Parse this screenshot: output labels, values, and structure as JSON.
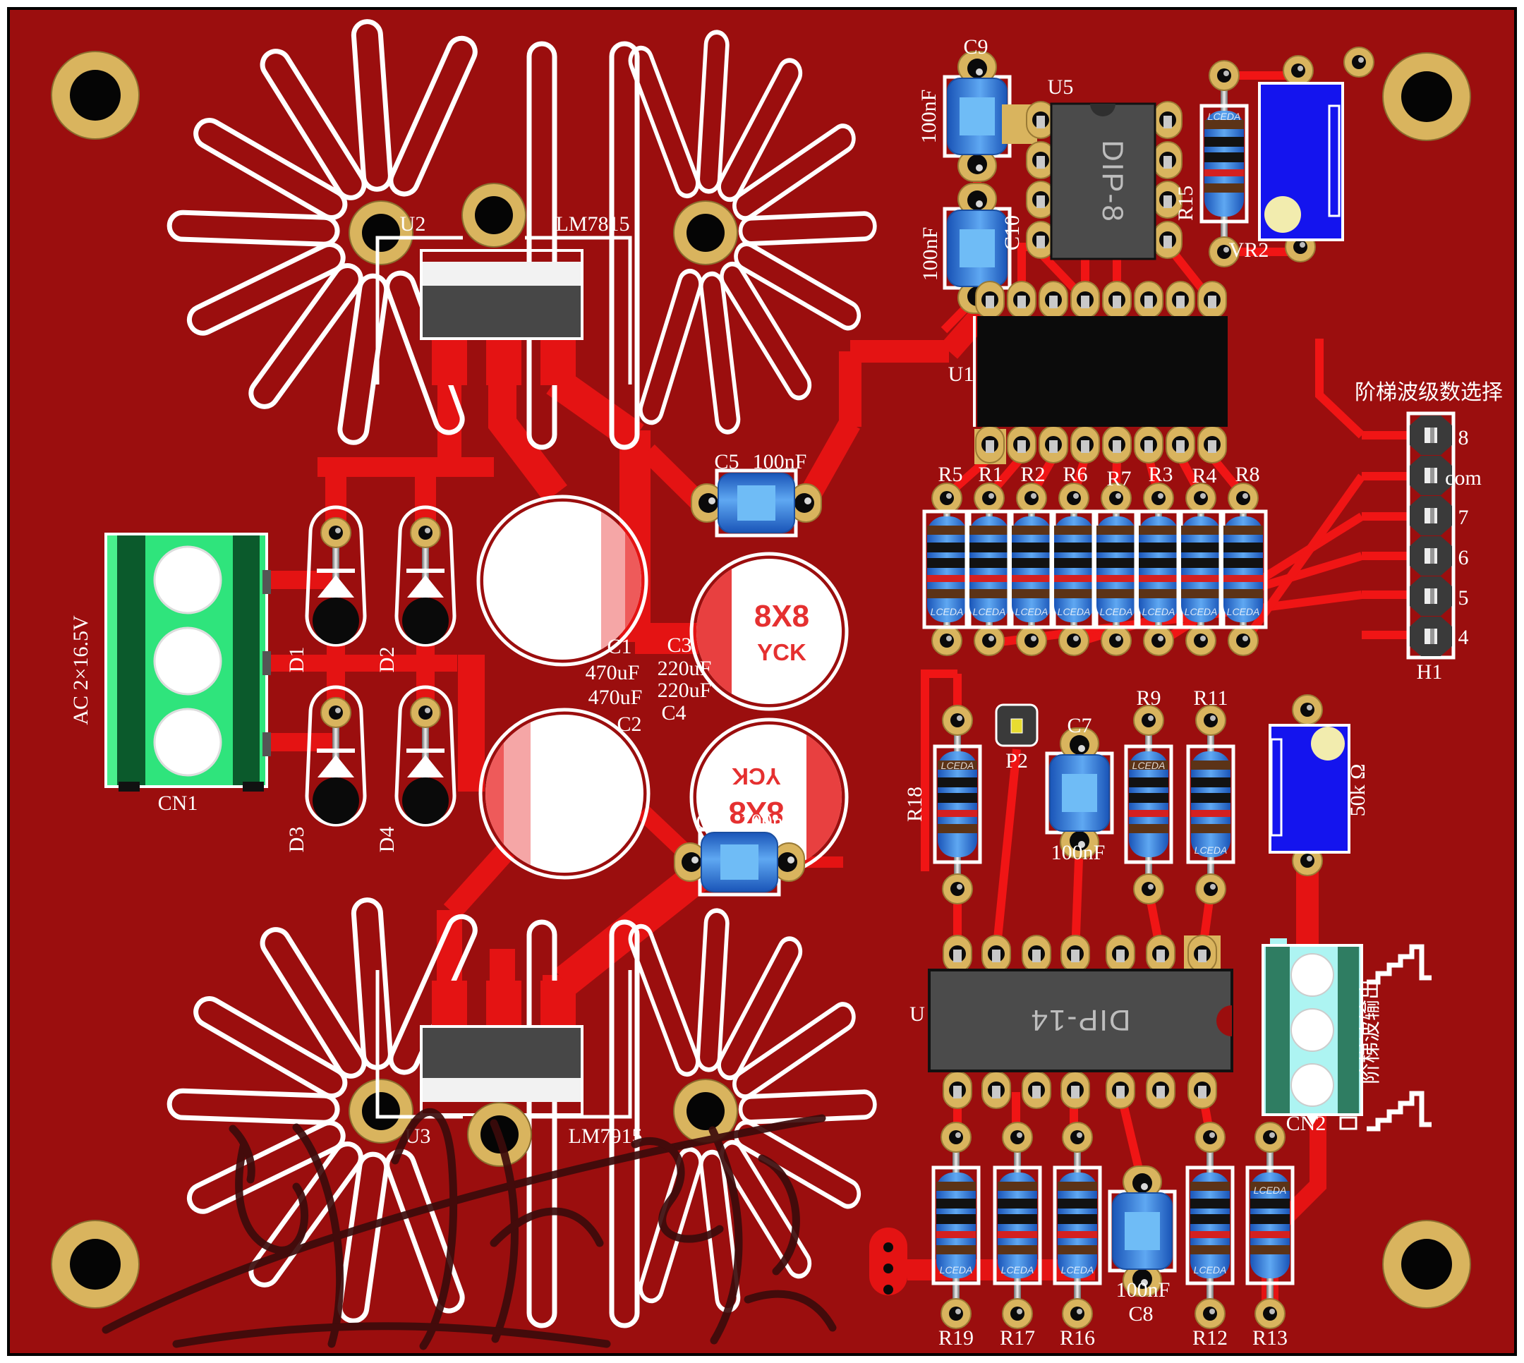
{
  "colors": {
    "board": "#9B0E0E",
    "trace_wide": "#E41313",
    "trace_thin": "#F01515",
    "silkscreen": "#FFFFFF",
    "pad_gold": "#D9B45E",
    "hole_black": "#0A0A0A",
    "component_blue": "#2E7FE0",
    "ic_gray": "#4B4B4B",
    "ic_black": "#0B0B0B",
    "terminal_green": "#2FE47C",
    "terminal_cyan": "#ADF4F2",
    "trimmer_blue": "#1414EE",
    "cap_marking_red": "#E53030",
    "signature_maroon": "#3C0B0B"
  },
  "refs": {
    "u1": "U1",
    "u2": "U2",
    "u2_part": "LM7815",
    "u3": "U3",
    "u3_part": "LM7915",
    "u5": "U5",
    "u5_pkg": "DIP-8",
    "u4_partial": "U",
    "u4_pkg": "DIP-14",
    "vr2": "VR2",
    "pot_value": "50k Ω",
    "p2": "P2",
    "h1": "H1",
    "cn1": "CN1",
    "cn1_desc": "AC 2×16.5V",
    "cn2": "CN2"
  },
  "caps": {
    "c1": "C1",
    "c1_val": "470uF",
    "c2": "C2",
    "c2_val": "470uF",
    "c3": "C3",
    "c3_val": "220uF",
    "c4": "C4",
    "c4_val": "220uF",
    "c5": "C5",
    "c5_val": "100nF",
    "c6": "C6",
    "c6_val": "100nF",
    "c7": "C7",
    "c7_val": "100nF",
    "c8": "C8",
    "c8_val": "100nF",
    "c9": "C9",
    "c9_val": "100nF",
    "c10": "C10",
    "c10_val": "100nF",
    "marking_top": "8X8",
    "marking_bottom": "YCK"
  },
  "resistors": {
    "top": [
      "R5",
      "R1",
      "R2",
      "R6",
      "R7",
      "R3",
      "R4",
      "R8"
    ],
    "bottom": [
      "R19",
      "R17",
      "R16",
      "R12",
      "R13"
    ],
    "r18": "R18",
    "r9": "R9",
    "r11": "R11",
    "r15": "R15",
    "watermark": "LCEDA"
  },
  "diodes": {
    "d1": "D1",
    "d2": "D2",
    "d3": "D3",
    "d4": "D4"
  },
  "header": {
    "pins": [
      "8",
      "com",
      "7",
      "6",
      "5",
      "4"
    ],
    "select_label": "阶梯波级数选择",
    "output_label": "阶梯波输出"
  }
}
